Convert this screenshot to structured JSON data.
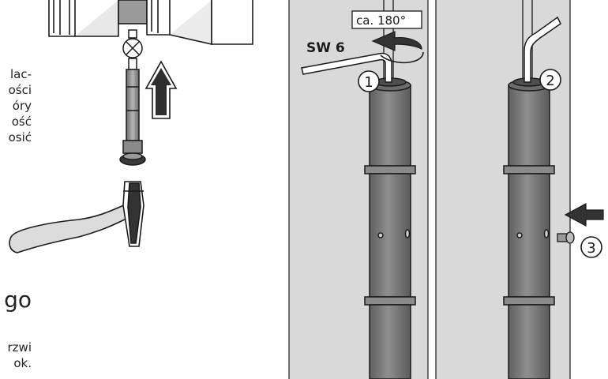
{
  "text": {
    "left_fragments": [
      "lac-",
      "ości",
      "óry",
      "ość",
      "osić"
    ],
    "heading_fragment": "go",
    "bottom_fragments": [
      "rzwi",
      "ok."
    ]
  },
  "labels": {
    "rotation_angle": "ca. 180°",
    "wrench_size": "SW 6",
    "step_1": "1",
    "step_2": "2",
    "step_3": "3"
  },
  "colors": {
    "panel_fill": "#d9d9d9",
    "hinge_fill": "#7d7d7d",
    "outline": "#1a1a1a",
    "arrow_fill": "#333333"
  }
}
